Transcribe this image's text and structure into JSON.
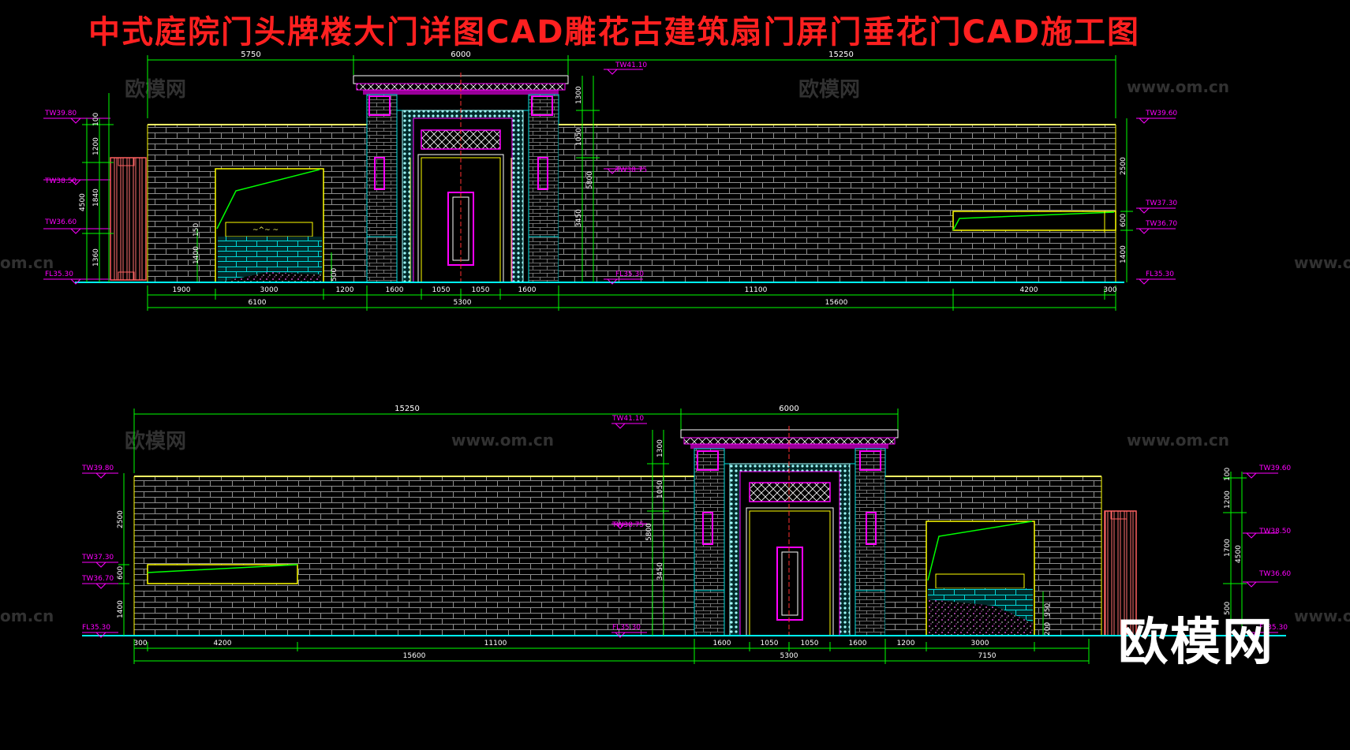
{
  "title": "中式庭院门头牌楼大门详图CAD雕花古建筑扇门屏门垂花门CAD施工图",
  "watermarks": {
    "cn": "欧模网",
    "url": "www.om.cn",
    "url_cut": "om.cn"
  },
  "brand_logo": "欧模网",
  "colors": {
    "background": "#000000",
    "title": "#ff2020",
    "dimension": "#00ff00",
    "level_marker": "#ff00ff",
    "wall_outline": "#ffff00",
    "brick": "#9a9a9a",
    "wall_cap": "#ffff66",
    "gate_cyan": "#00e0e0",
    "gate_magenta": "#ff00ff",
    "ground": "#00ffff",
    "centerline": "#ff3030"
  },
  "elevation_1": {
    "top_dims": [
      "5750",
      "6000",
      "15250"
    ],
    "levels_left": [
      "TW39.80",
      "TW38.50",
      "TW36.60",
      "FL35.30"
    ],
    "left_vertical_dims": [
      "100",
      "1200",
      "4500",
      "1840",
      "1360"
    ],
    "planter_dims": [
      "150",
      "1400",
      "500"
    ],
    "gate_levels": [
      "TW41.10",
      "TW38.75",
      "FL35.30"
    ],
    "gate_vertical_dims": [
      "1300",
      "1050",
      "5800",
      "3450"
    ],
    "levels_right": [
      "TW39.60",
      "TW37.30",
      "TW36.70",
      "FL35.30"
    ],
    "right_vertical_dims": [
      "2500",
      "600",
      "1400"
    ],
    "bottom_dims_row1": [
      "1900",
      "3000",
      "1200",
      "1600",
      "1050",
      "1050",
      "1600",
      "11100",
      "4200",
      "300"
    ],
    "bottom_dims_row2": [
      "6100",
      "5300",
      "15600"
    ]
  },
  "elevation_2": {
    "top_dims": [
      "15250",
      "6000"
    ],
    "levels_left": [
      "TW39.80",
      "TW37.30",
      "TW36.70",
      "FL35.30"
    ],
    "left_vertical_dims": [
      "2500",
      "600",
      "1400"
    ],
    "gate_levels": [
      "TW41.10",
      "TW38.75",
      "FL35.30"
    ],
    "gate_vertical_dims": [
      "1300",
      "1050",
      "5800",
      "3450"
    ],
    "planter_dims": [
      "950",
      "200"
    ],
    "levels_right": [
      "TW39.60",
      "TW38.50",
      "TW36.60",
      "FL35.30"
    ],
    "right_vertical_dims": [
      "100",
      "1200",
      "4500",
      "1700",
      "500"
    ],
    "bottom_dims_row1": [
      "300",
      "4200",
      "11100",
      "1600",
      "1050",
      "1050",
      "1600",
      "1200",
      "3000"
    ],
    "bottom_dims_row2": [
      "15600",
      "5300",
      "7150"
    ]
  }
}
